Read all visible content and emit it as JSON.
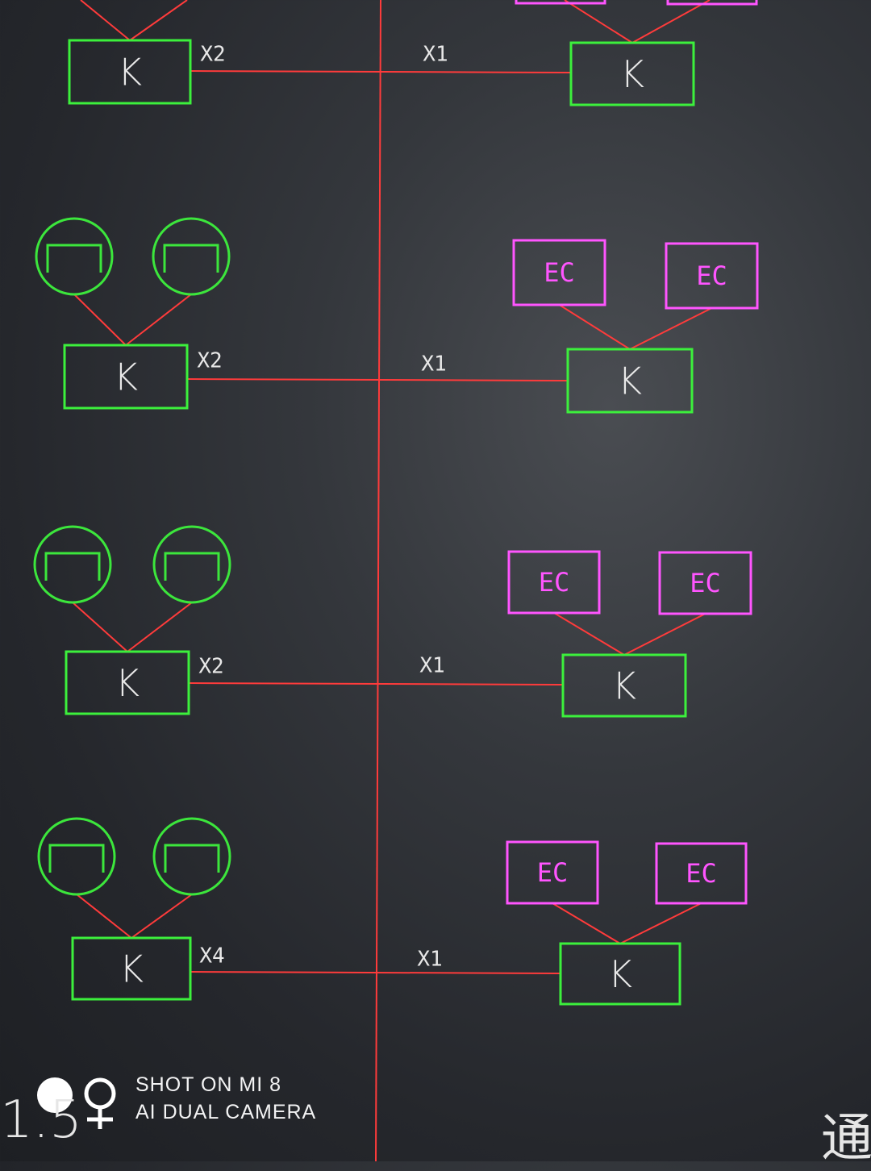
{
  "colors": {
    "wire": "#ff3b3b",
    "controller_box": "#3cf03c",
    "detector_circle": "#3ce63c",
    "ec_box": "#ff55ff",
    "label": "#e8e8e8"
  },
  "controller_label": "K",
  "ec_label": "EC",
  "left_port_labels": [
    "X2",
    "X2",
    "X2",
    "X4"
  ],
  "right_port_label": "X1",
  "watermark": {
    "line1": "SHOT ON MI 8",
    "line2": "AI DUAL CAMERA"
  },
  "edge_text": {
    "left": "1.5",
    "right": "通"
  }
}
